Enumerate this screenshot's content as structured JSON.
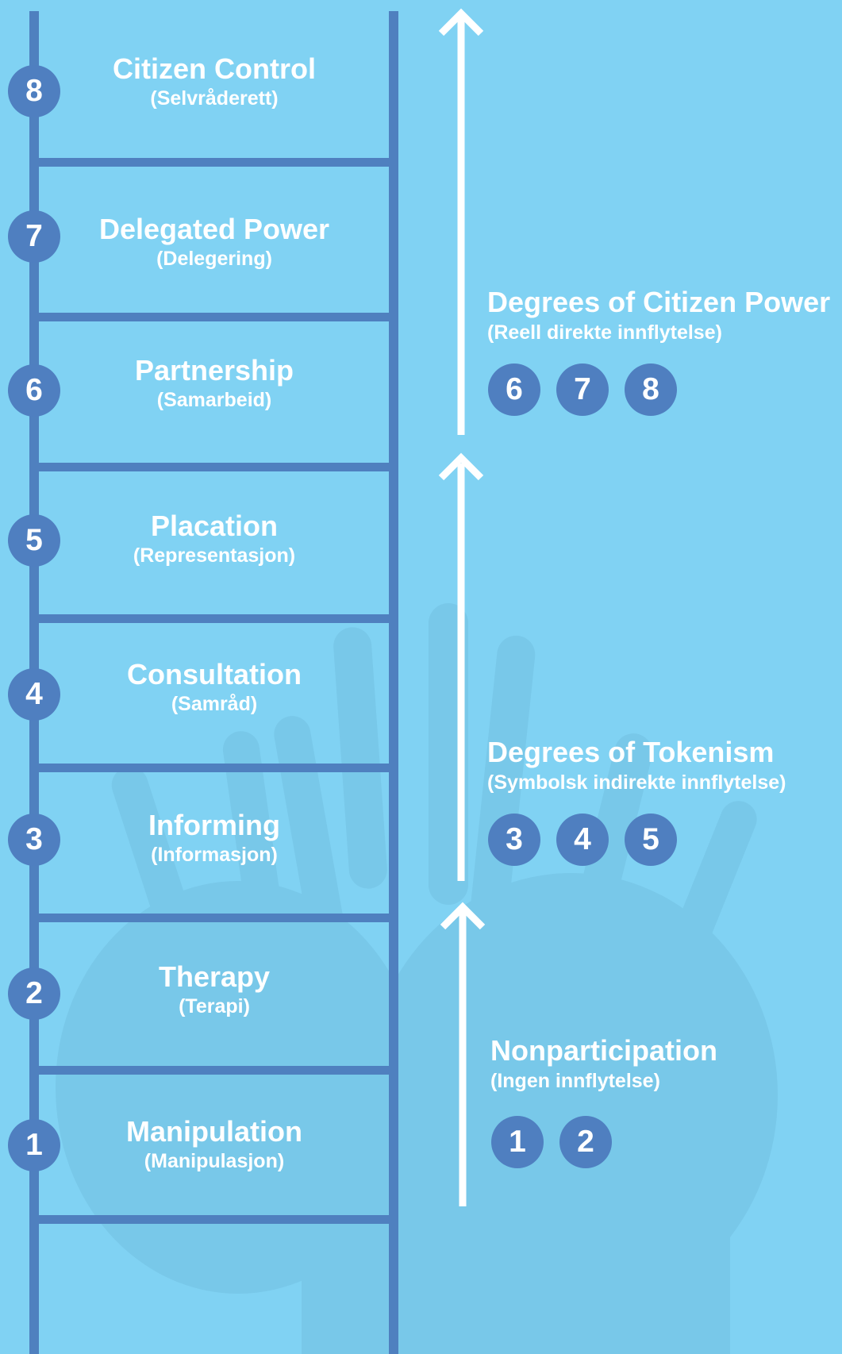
{
  "ladder": {
    "steps": [
      {
        "number": "8",
        "title": "Citizen Control",
        "subtitle": "(Selvråderett)"
      },
      {
        "number": "7",
        "title": "Delegated Power",
        "subtitle": "(Delegering)"
      },
      {
        "number": "6",
        "title": "Partnership",
        "subtitle": "(Samarbeid)"
      },
      {
        "number": "5",
        "title": "Placation",
        "subtitle": "(Representasjon)"
      },
      {
        "number": "4",
        "title": "Consultation",
        "subtitle": "(Samråd)"
      },
      {
        "number": "3",
        "title": "Informing",
        "subtitle": "(Informasjon)"
      },
      {
        "number": "2",
        "title": "Therapy",
        "subtitle": "(Terapi)"
      },
      {
        "number": "1",
        "title": "Manipulation",
        "subtitle": "(Manipulasjon)"
      }
    ]
  },
  "groups": [
    {
      "title": "Degrees of Citizen Power",
      "subtitle": "(Reell direkte innflytelse)",
      "badges": [
        "6",
        "7",
        "8"
      ]
    },
    {
      "title": "Degrees of Tokenism",
      "subtitle": "(Symbolsk indirekte innflytelse)",
      "badges": [
        "3",
        "4",
        "5"
      ]
    },
    {
      "title": "Nonparticipation",
      "subtitle": "(Ingen innflytelse)",
      "badges": [
        "1",
        "2"
      ]
    }
  ],
  "colors": {
    "background": "#80d2f3",
    "ladder": "#4f80bf",
    "badge": "#4f7fc0",
    "text": "#ffffff"
  }
}
